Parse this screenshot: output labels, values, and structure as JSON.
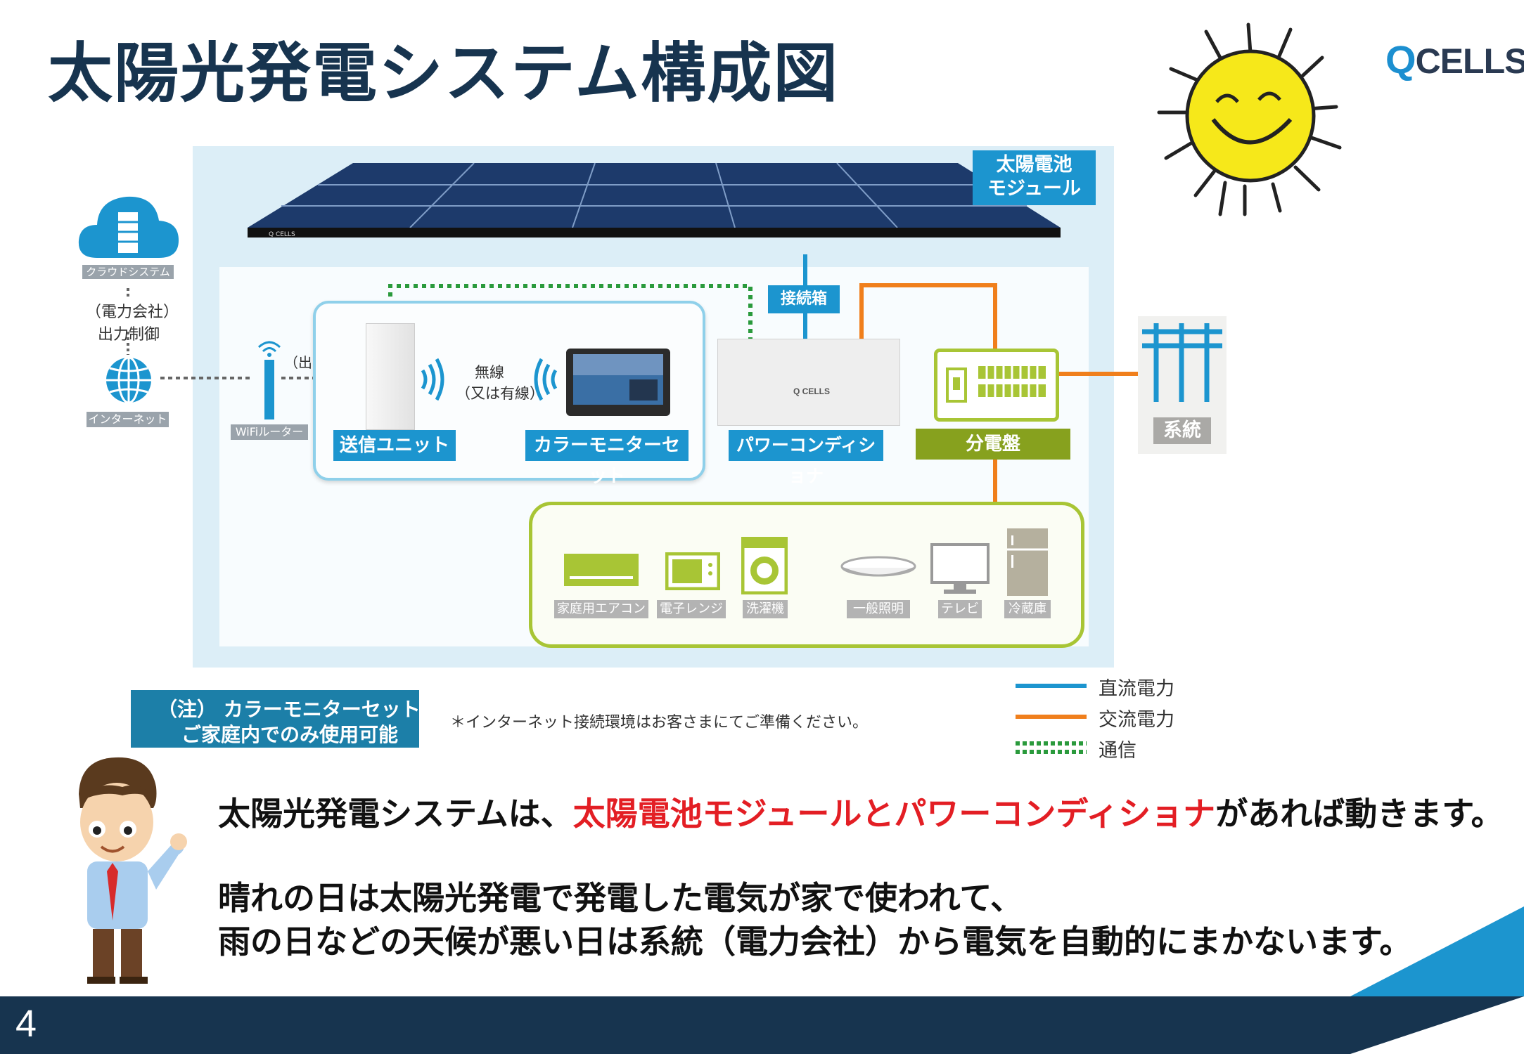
{
  "title": "太陽光発電システム構成図",
  "brand": {
    "q": "Q",
    "text": "CELLS"
  },
  "labels": {
    "module": [
      "太陽電池",
      "モジュール"
    ],
    "cloud": "クラウドシステム",
    "power_company_control": [
      "（電力会社）",
      "出力制御"
    ],
    "internet": "インターネット",
    "wifi": "WiFiルーター",
    "output_control": "（出力制御）",
    "wireless": [
      "無線",
      "（又は有線）"
    ],
    "transmitter": "送信ユニット",
    "monitor": "カラーモニターセット",
    "junction_box": "接続箱",
    "pcs": "パワーコンディショナ",
    "pcs_brand": "Q CELLS",
    "panel": "分電盤",
    "grid": "系統",
    "roof_brand": "Q CELLS",
    "appliances": [
      "家庭用エアコン",
      "電子レンジ",
      "洗濯機",
      "一般照明",
      "テレビ",
      "冷蔵庫"
    ]
  },
  "note": [
    "（注） カラーモニターセットは",
    "ご家庭内でのみ使用可能"
  ],
  "internet_note": "＊インターネット接続環境はお客さまにてご準備ください。",
  "legend": {
    "dc": "直流電力",
    "ac": "交流電力",
    "comm": "通信"
  },
  "colors": {
    "dc": "#1c95cf",
    "ac": "#f07f1c",
    "comm": "#2a9a3c",
    "title": "#17344f",
    "highlight": "#e31e24"
  },
  "message": {
    "line1_pre": "太陽光発電システムは、",
    "line1_red": "太陽電池モジュールとパワーコンディショナ",
    "line1_post": "があれば動きます。",
    "line2": "晴れの日は太陽光発電で発電した電気が家で使われて、",
    "line3": "雨の日などの天候が悪い日は系統（電力会社）から電気を自動的にまかないます。"
  },
  "page_number": "4"
}
